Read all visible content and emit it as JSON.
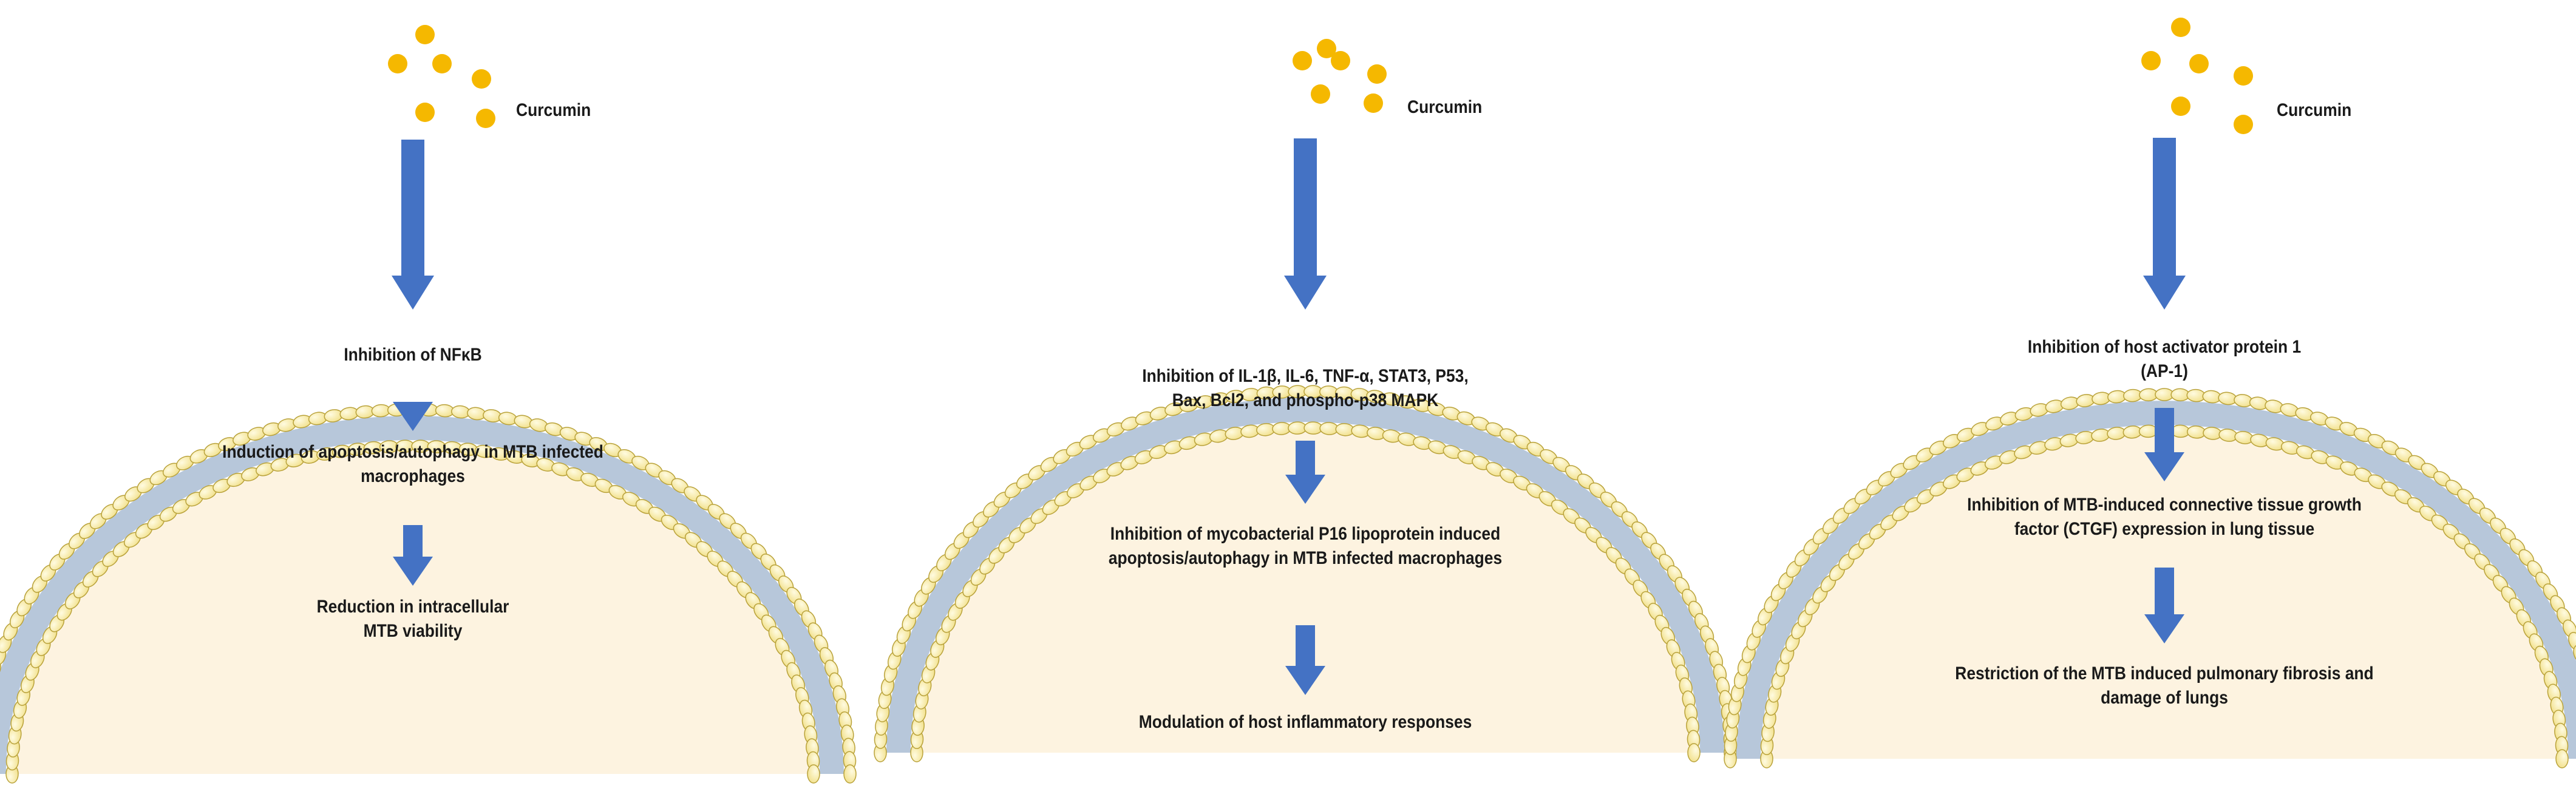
{
  "colors": {
    "arrow": "#4472c4",
    "curcumin_dot": "#f5b800",
    "membrane_head": "#f2e18e",
    "membrane_head_stroke": "#b9a23a",
    "membrane_tail": "#b7c7da",
    "cytoplasm": "#fdf3e0",
    "text": "#1a1a1a"
  },
  "panels": [
    {
      "id": "panel-1",
      "curcumin_label": "Curcumin",
      "steps": [
        {
          "lines": [
            "Inhibition of NFκB"
          ]
        },
        {
          "lines": [
            "Induction of  apoptosis/autophagy in MTB infected",
            "macrophages"
          ]
        },
        {
          "lines": [
            "Reduction in intracellular",
            "MTB viability"
          ]
        }
      ]
    },
    {
      "id": "panel-2",
      "curcumin_label": "Curcumin",
      "steps": [
        {
          "lines": [
            "Inhibition of IL-1β, IL-6, TNF-α, STAT3, P53,",
            "Bax, Bcl2, and phospho-p38 MAPK"
          ]
        },
        {
          "lines": [
            "Inhibition  of  mycobacterial  P16 lipoprotein  induced",
            "apoptosis/autophagy in MTB infected macrophages"
          ]
        },
        {
          "lines": [
            "Modulation of host inflammatory responses"
          ]
        }
      ]
    },
    {
      "id": "panel-3",
      "curcumin_label": "Curcumin",
      "steps": [
        {
          "lines": [
            "Inhibition of host activator protein 1",
            "(AP-1)"
          ]
        },
        {
          "lines": [
            "Inhibition of   MTB-induced connective tissue growth",
            "factor  (CTGF) expression in lung tissue"
          ]
        },
        {
          "lines": [
            "Restriction of  the    MTB induced pulmonary fibrosis and",
            "damage of lungs"
          ]
        }
      ]
    }
  ]
}
